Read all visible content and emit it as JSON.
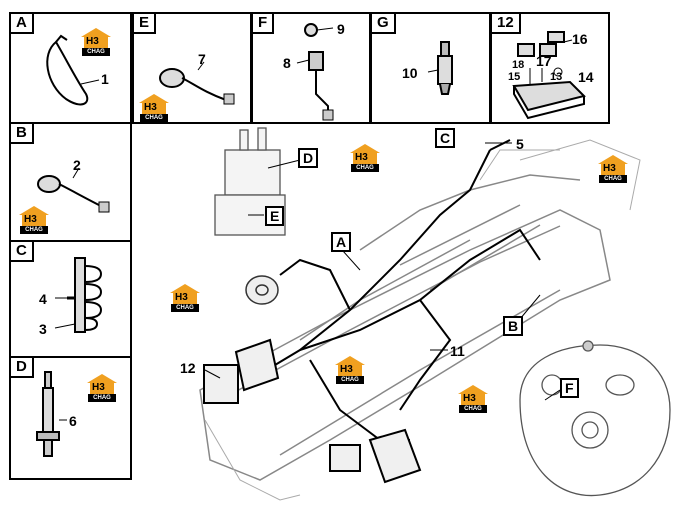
{
  "panels": {
    "A": {
      "tag": "A",
      "parts": [
        "1"
      ]
    },
    "E": {
      "tag": "E",
      "parts": [
        "7"
      ]
    },
    "F": {
      "tag": "F",
      "parts": [
        "9",
        "8"
      ]
    },
    "G": {
      "tag": "G",
      "parts": [
        "10"
      ]
    },
    "P12": {
      "tag": "12",
      "parts": [
        "16",
        "18",
        "17",
        "15",
        "13",
        "14"
      ]
    },
    "B": {
      "tag": "B",
      "parts": [
        "2"
      ]
    },
    "C": {
      "tag": "C",
      "parts": [
        "4",
        "3"
      ]
    },
    "D": {
      "tag": "D",
      "parts": [
        "6"
      ]
    }
  },
  "main": {
    "callouts": [
      "C",
      "D",
      "E",
      "A",
      "B",
      "F"
    ],
    "part_labels": [
      "5",
      "11",
      "12"
    ]
  },
  "logo": {
    "mark": "H3",
    "text": "CHAG",
    "color": "#f0a020"
  }
}
